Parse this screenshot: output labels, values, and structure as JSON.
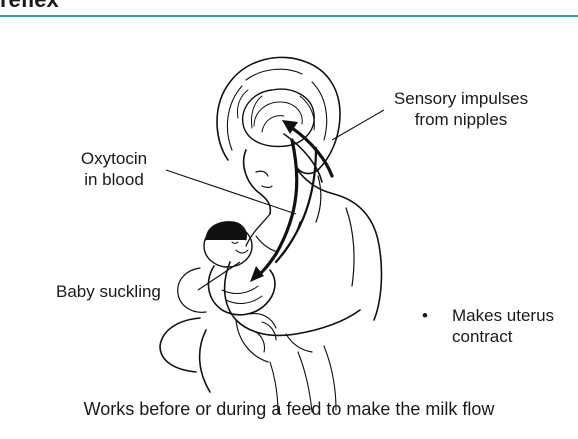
{
  "header": {
    "title_fragment": "reflex",
    "rule_color": "#2a9d9a"
  },
  "figure": {
    "labels": {
      "sensory": [
        "Sensory impulses",
        "from nipples"
      ],
      "oxytocin": [
        "Oxytocin",
        "in blood"
      ],
      "baby": "Baby suckling",
      "uterus_bullet": "•",
      "uterus": [
        "Makes uterus",
        "contract"
      ]
    },
    "caption": "Works before or during a feed to make the milk flow"
  },
  "colors": {
    "text": "#1a1a1a",
    "line": "#111111",
    "background": "#ffffff"
  }
}
